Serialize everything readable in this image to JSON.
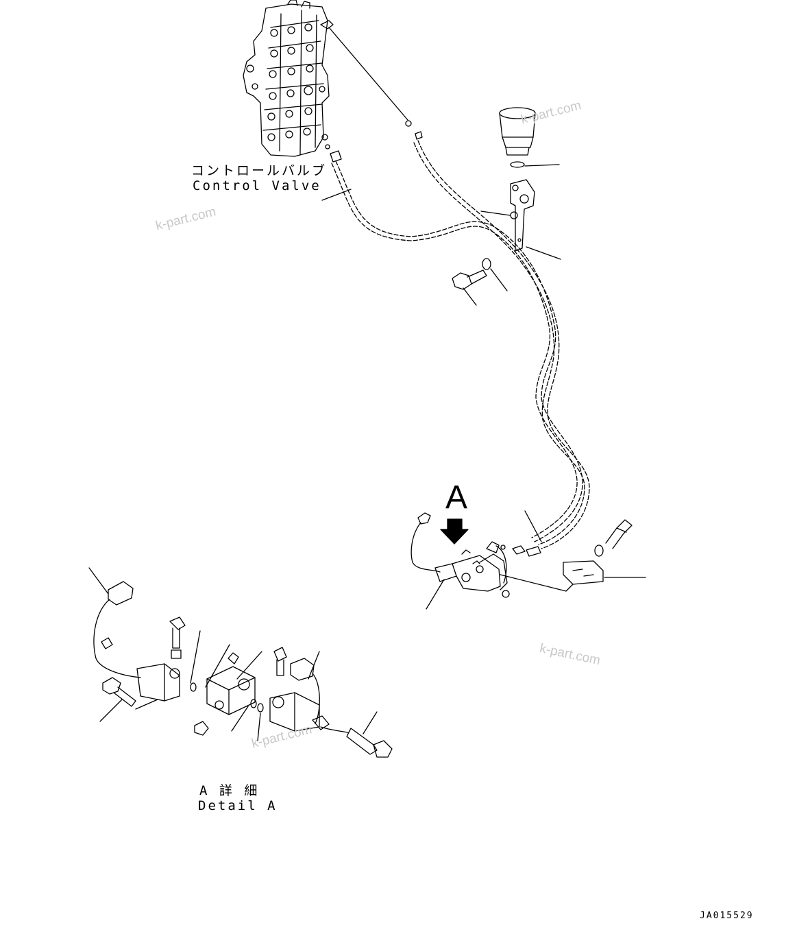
{
  "labels": {
    "control_valve_jp": "コントロールバルブ",
    "control_valve_en": "Control Valve",
    "view_letter": "A",
    "detail_jp": "A 詳 細",
    "detail_en": "Detail A",
    "doc_number": "JA015529"
  },
  "watermarks": [
    "k-part.com",
    "k-part.com",
    "k-part.com",
    "k-part.com"
  ],
  "colors": {
    "line": "#000000",
    "background": "#ffffff",
    "watermark": "#c8c8c8"
  }
}
